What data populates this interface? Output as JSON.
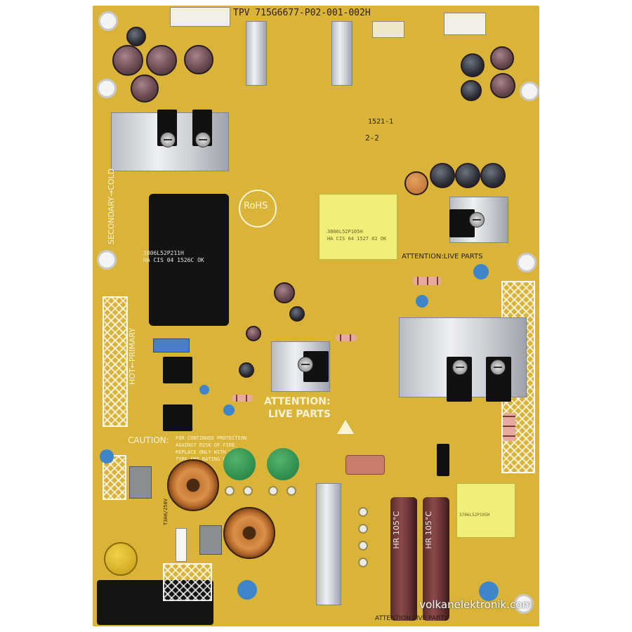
{
  "board": {
    "part_number": "TPV 715G6677-P02-001-002H",
    "rohs": "RoHS",
    "secondary_cold": "SECONDARY→COLD",
    "hot_primary": "HOT←PRIMARY",
    "attention_big_1": "ATTENTION:",
    "attention_big_2": "LIVE PARTS",
    "attention_small_top": "ATTENTION:LIVE PARTS",
    "attention_small_bottom": "ATTENTION:LIVE PARTS",
    "caution_title": "CAUTION:",
    "caution_text_1": "FOR CONTINUED PROTECTION",
    "caution_text_2": "AGAINST RISK OF FIRE",
    "caution_text_3": "REPLACE ONLY WITH SAME",
    "caution_text_4": "TYPE AND RATING OF FUSE",
    "fuse_rating": "T3AH/250V",
    "big_cap_label_1": "HR 105°C",
    "big_cap_label_2": "HR 105°C",
    "transformer_main_label_1": "3806L52P211H",
    "transformer_main_label_2": "HA  CIS 04  1526C  OK",
    "transformer_yellow_label_1": "3806L52P105H",
    "transformer_yellow_label_2": "HA  CIS 04  1527  02 OK",
    "transformer_small_label": "3706L52P105H",
    "label_2_2": "2-2",
    "label_1521": "1521-1"
  },
  "watermark": "volkanelektronik.com",
  "colors": {
    "pcb": "#d9b438",
    "silkscreen": "#fbf3d6",
    "heatsink": "#c9ccd1",
    "transformer_yellow": "#f1ef7a"
  },
  "icons": [
    "rohs-mark",
    "esd-warning-icon",
    "ground-symbol",
    "mounting-hole"
  ]
}
